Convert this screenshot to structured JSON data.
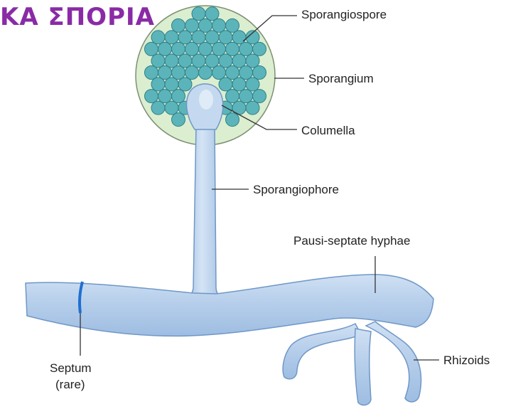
{
  "heading": "ΚΑ ΣΠΟΡΙΑ",
  "colors": {
    "heading": "#8a2ba6",
    "hypha_fill": "#b9d3ec",
    "hypha_stroke": "#6f97c6",
    "sporangium_fill": "#dbeed0",
    "spore_fill": "#5bb4ba",
    "septum": "#1f6fd0"
  },
  "labels": {
    "sporangiospore": "Sporangiospore",
    "sporangium": "Sporangium",
    "columella": "Columella",
    "sporangiophore": "Sporangiophore",
    "pausi_septate": "Pausi-septate hyphae",
    "rhizoids": "Rhizoids",
    "septum": "Septum",
    "septum_note": "(rare)"
  }
}
